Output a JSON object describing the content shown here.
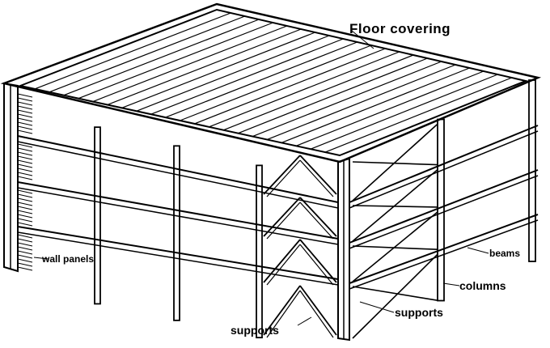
{
  "labels": {
    "floor_covering": "Floor covering",
    "wall_panels": "wall panels",
    "beams": "beams",
    "columns": "columns",
    "supports_right": "supports",
    "supports_bottom": "supports"
  }
}
